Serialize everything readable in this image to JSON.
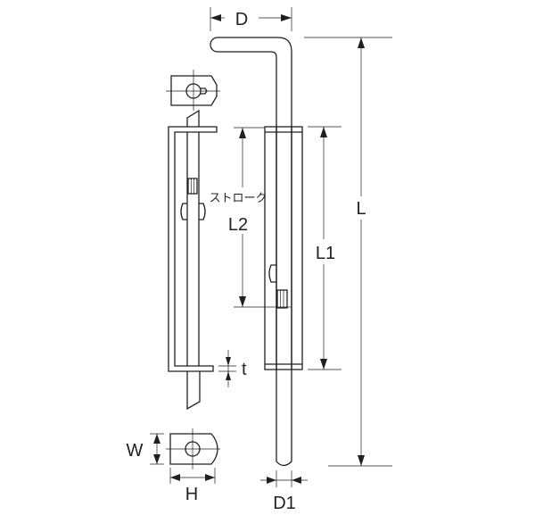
{
  "labels": {
    "D": "D",
    "L": "L",
    "L1": "L1",
    "L2": "L2",
    "stroke": "ストローク",
    "t": "t",
    "W": "W",
    "H": "H",
    "D1": "D1"
  },
  "colors": {
    "line": "#231f20",
    "background": "#ffffff"
  }
}
